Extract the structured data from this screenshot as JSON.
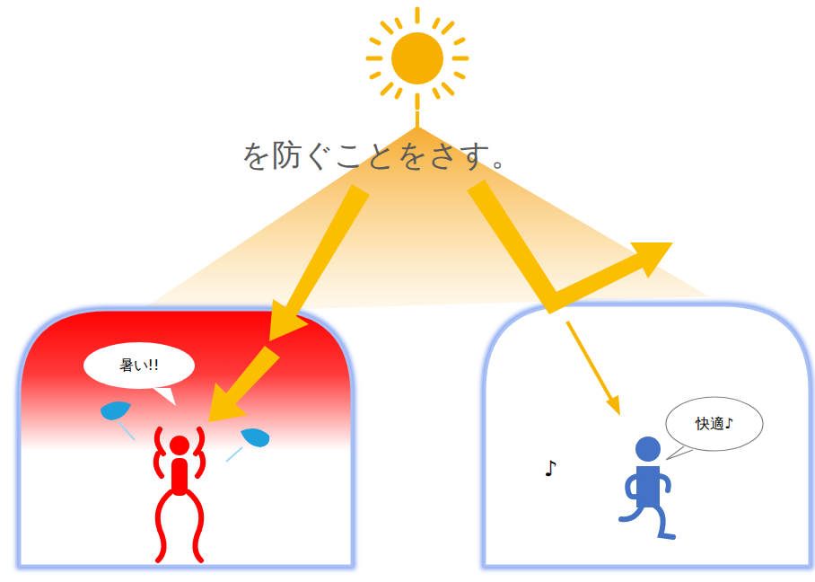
{
  "diagram": {
    "nodes": [
      {
        "text": [
          "暑い!!"
        ]
      },
      {
        "text": [
          "快適♪"
        ]
      }
    ],
    "labels": [
      "を防ぐことをさす。",
      "♪"
    ]
  }
}
